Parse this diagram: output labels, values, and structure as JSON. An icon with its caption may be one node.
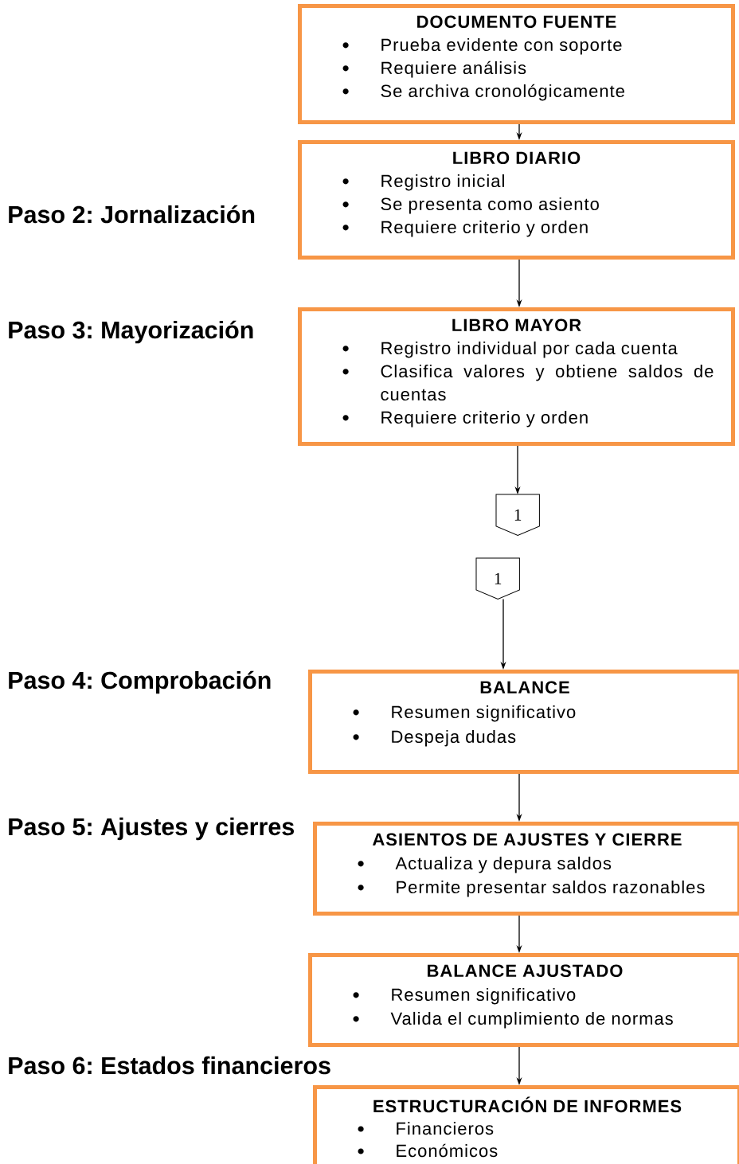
{
  "diagram": {
    "nodes": [
      {
        "text": [
          "DOCUMENTO FUENTE",
          "Prueba evidente con soporte",
          "Requiere análisis",
          "Se archiva cronológicamente"
        ]
      },
      {
        "text": [
          "LIBRO DIARIO",
          "Registro inicial",
          "Se presenta como asiento",
          "Requiere criterio y orden"
        ]
      },
      {
        "text": [
          "LIBRO MAYOR",
          "Registro individual por cada cuenta",
          "Clasifica valores y obtiene saldos de cuentas",
          "Requiere criterio y orden"
        ]
      },
      {
        "text": [
          "1"
        ]
      },
      {
        "text": [
          "1"
        ]
      },
      {
        "text": [
          "BALANCE",
          "Resumen significativo",
          "Despeja dudas"
        ]
      },
      {
        "text": [
          "ASIENTOS DE AJUSTES Y CIERRE",
          "Actualiza y depura saldos",
          "Permite presentar saldos razonables"
        ]
      },
      {
        "text": [
          "BALANCE AJUSTADO",
          "Resumen significativo",
          "Valida el cumplimiento de normas"
        ]
      },
      {
        "text": [
          "ESTRUCTURACIÓN DE INFORMES",
          "Financieros",
          "Económicos"
        ]
      }
    ],
    "edges": [
      {
        "from": 0,
        "to": 1,
        "arrow": "to"
      },
      {
        "from": 1,
        "to": 2,
        "arrow": "to"
      },
      {
        "from": 2,
        "to": 3,
        "arrow": "to"
      },
      {
        "from": 4,
        "to": 5,
        "arrow": "to"
      },
      {
        "from": 5,
        "to": 6,
        "arrow": "to"
      },
      {
        "from": 6,
        "to": 7,
        "arrow": "to"
      },
      {
        "from": 7,
        "to": 8,
        "arrow": "to"
      }
    ],
    "labels": [
      "Paso 2: Jornalización",
      "Paso 3: Mayorización",
      "Paso 4: Comprobación",
      "Paso 5: Ajustes y cierres",
      "Paso 6: Estados financieros"
    ]
  }
}
